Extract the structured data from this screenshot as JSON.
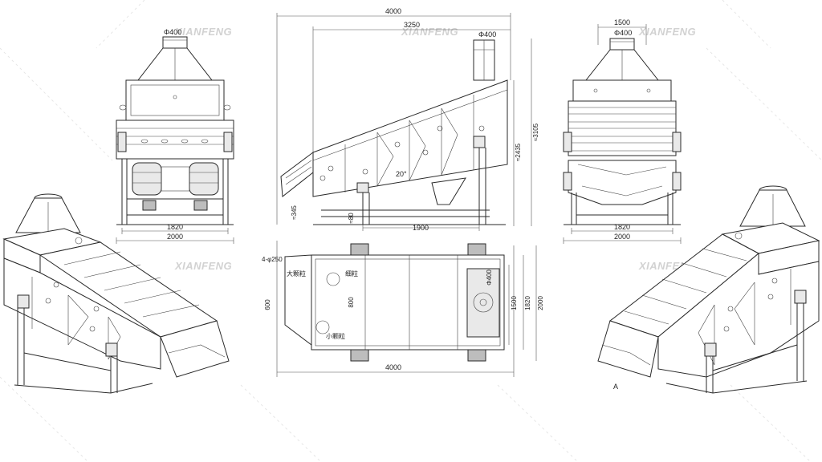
{
  "watermark": "XIANFENG",
  "views": {
    "front": {
      "top_dia": "Φ400",
      "width_inner": "1820",
      "width_outer": "2000"
    },
    "side": {
      "overall_length": "4000",
      "screen_length": "3250",
      "top_dia": "Φ400",
      "total_height": "≈3105",
      "body_height": "≈2435",
      "outlet_height": "≈345",
      "angle": "20°",
      "foot_height": "≈80",
      "foot_span": "1900"
    },
    "rear": {
      "top_width": "1500",
      "top_dia": "Φ400",
      "width_inner": "1820",
      "width_outer": "2000"
    },
    "plan": {
      "inlet_dia": "4-φ250",
      "large_label": "大颗粒",
      "fine_label": "细粒",
      "small_label": "小颗粒",
      "inlet_width": "600",
      "inner_dim": "800",
      "top_dia": "Φ400",
      "dim_1500": "1500",
      "dim_1820": "1820",
      "dim_2000": "2000",
      "overall_length": "4000"
    },
    "iso_right": {
      "view_label": "A"
    }
  }
}
